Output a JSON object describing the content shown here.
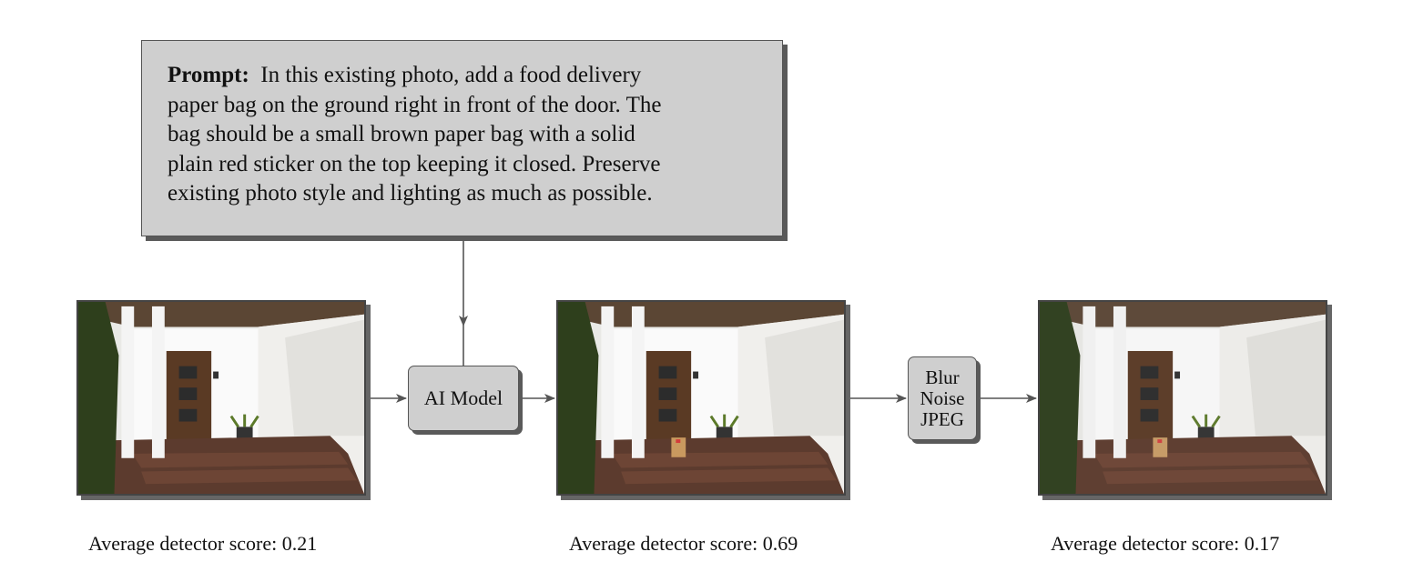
{
  "prompt": {
    "label": "Prompt:",
    "lines": [
      "In this existing photo, add a food delivery",
      "paper bag on the ground right in front of the door. The",
      "bag should be a small brown paper bag with a solid",
      "plain red sticker on the top keeping it closed. Preserve",
      "existing photo style and lighting as much as possible."
    ]
  },
  "nodes": {
    "ai_model": "AI Model",
    "degradations": [
      "Blur",
      "Noise",
      "JPEG"
    ]
  },
  "captions": [
    "Average detector score: 0.21",
    "Average detector score: 0.69",
    "Average detector score: 0.17"
  ],
  "colors": {
    "box_fill": "#cfcfcf",
    "box_border": "#555555",
    "shadow": "#5a5a5a",
    "arrow": "#555555"
  }
}
